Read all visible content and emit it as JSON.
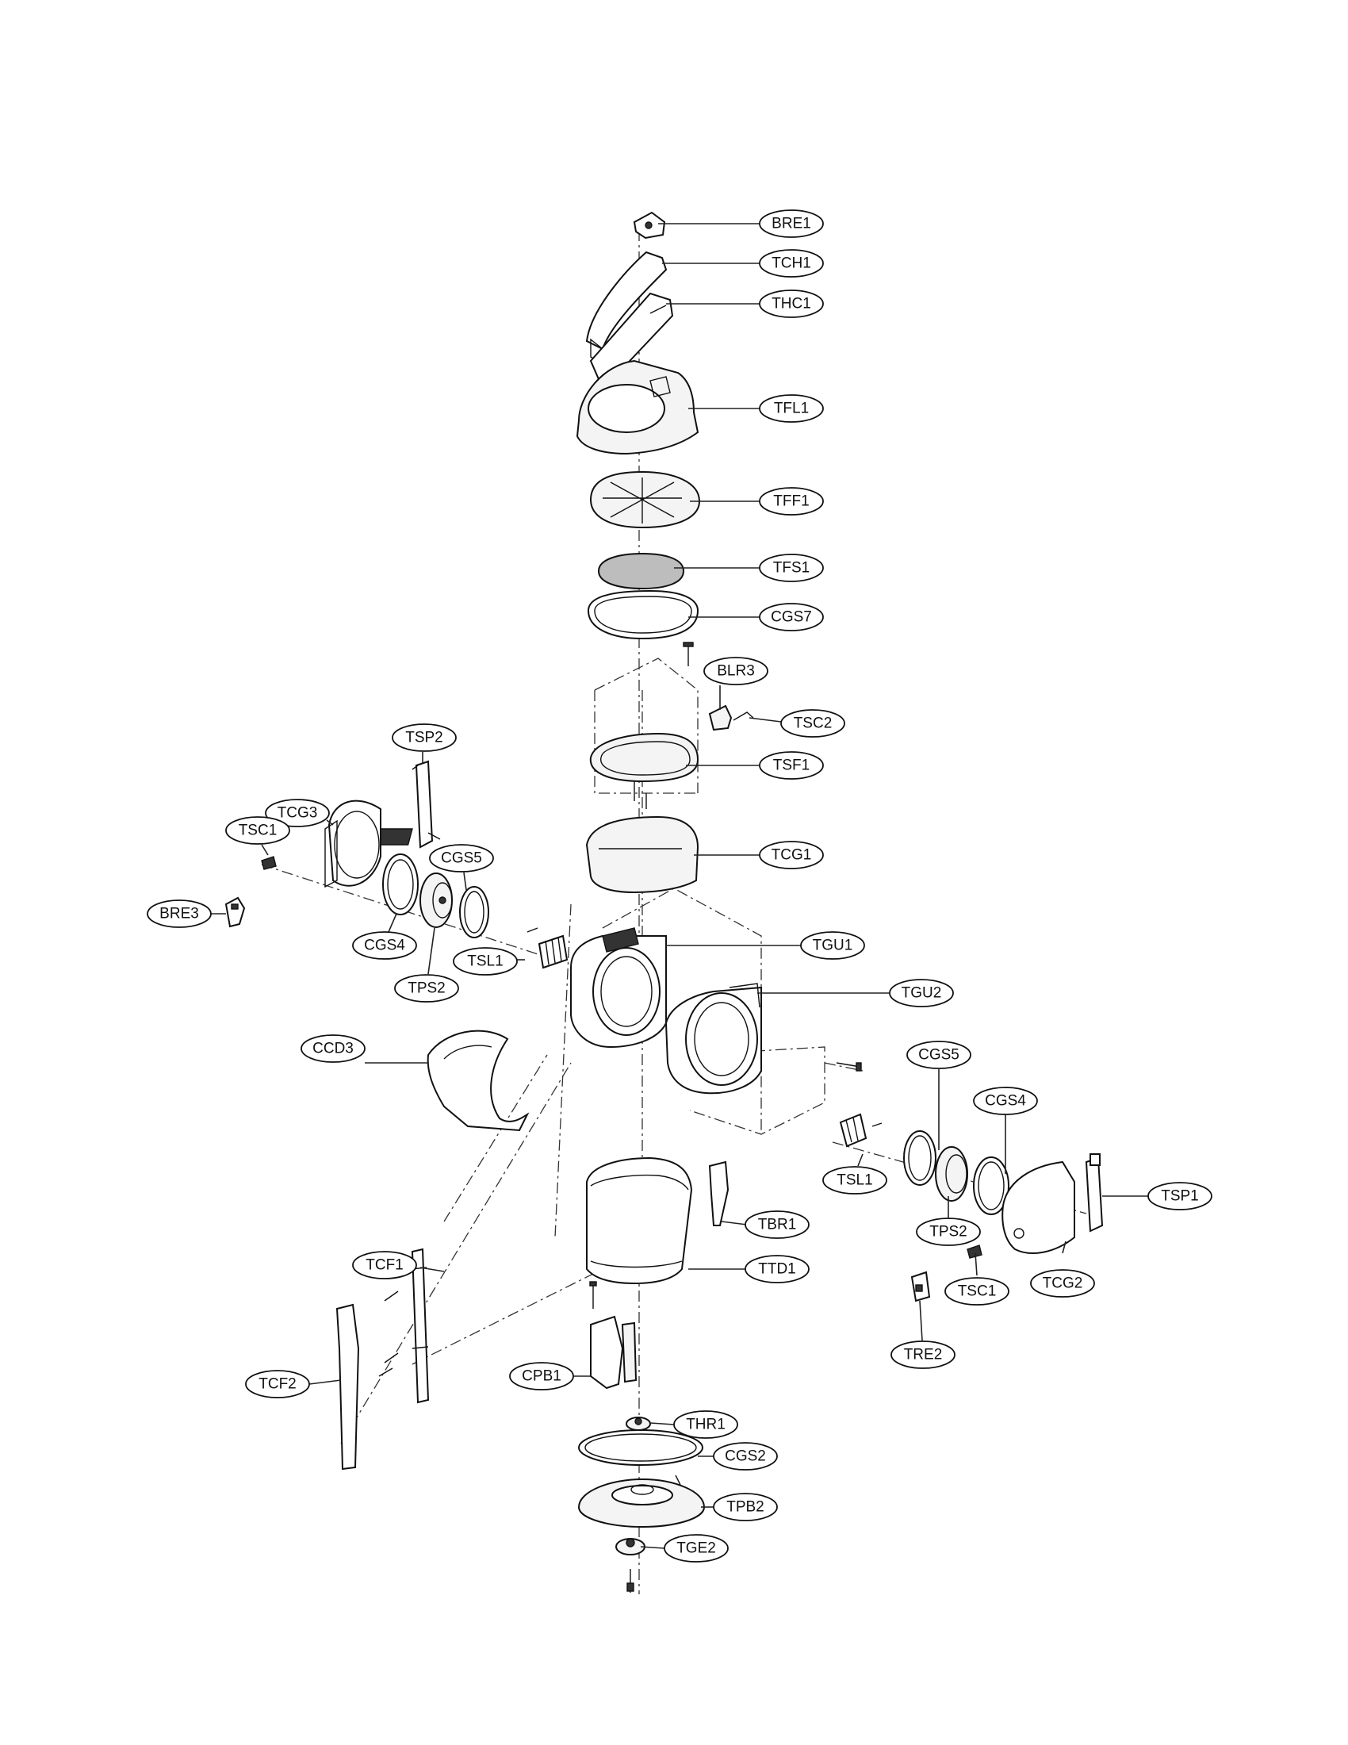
{
  "labels": {
    "BRE1": "BRE1",
    "TCH1": "TCH1",
    "THC1": "THC1",
    "TFL1": "TFL1",
    "TFF1": "TFF1",
    "TFS1": "TFS1",
    "CGS7": "CGS7",
    "BLR3": "BLR3",
    "TSC2": "TSC2",
    "TSF1": "TSF1",
    "TCG1": "TCG1",
    "TGU1": "TGU1",
    "TGU2": "TGU2",
    "TSP2": "TSP2",
    "TCG3": "TCG3",
    "TSC1_left": "TSC1",
    "CGS5_left": "CGS5",
    "BRE3": "BRE3",
    "CGS4_left": "CGS4",
    "TSL1_left": "TSL1",
    "TPS2_left": "TPS2",
    "CCD3": "CCD3",
    "CGS5_right": "CGS5",
    "CGS4_right": "CGS4",
    "TSL1_right": "TSL1",
    "TSP1": "TSP1",
    "TPS2_right": "TPS2",
    "TBR1": "TBR1",
    "TTD1": "TTD1",
    "TCF1": "TCF1",
    "TSC1_right": "TSC1",
    "TCG2": "TCG2",
    "TRE2": "TRE2",
    "TCF2": "TCF2",
    "CPB1": "CPB1",
    "THR1": "THR1",
    "CGS2": "CGS2",
    "TPB2": "TPB2",
    "TGE2": "TGE2"
  }
}
